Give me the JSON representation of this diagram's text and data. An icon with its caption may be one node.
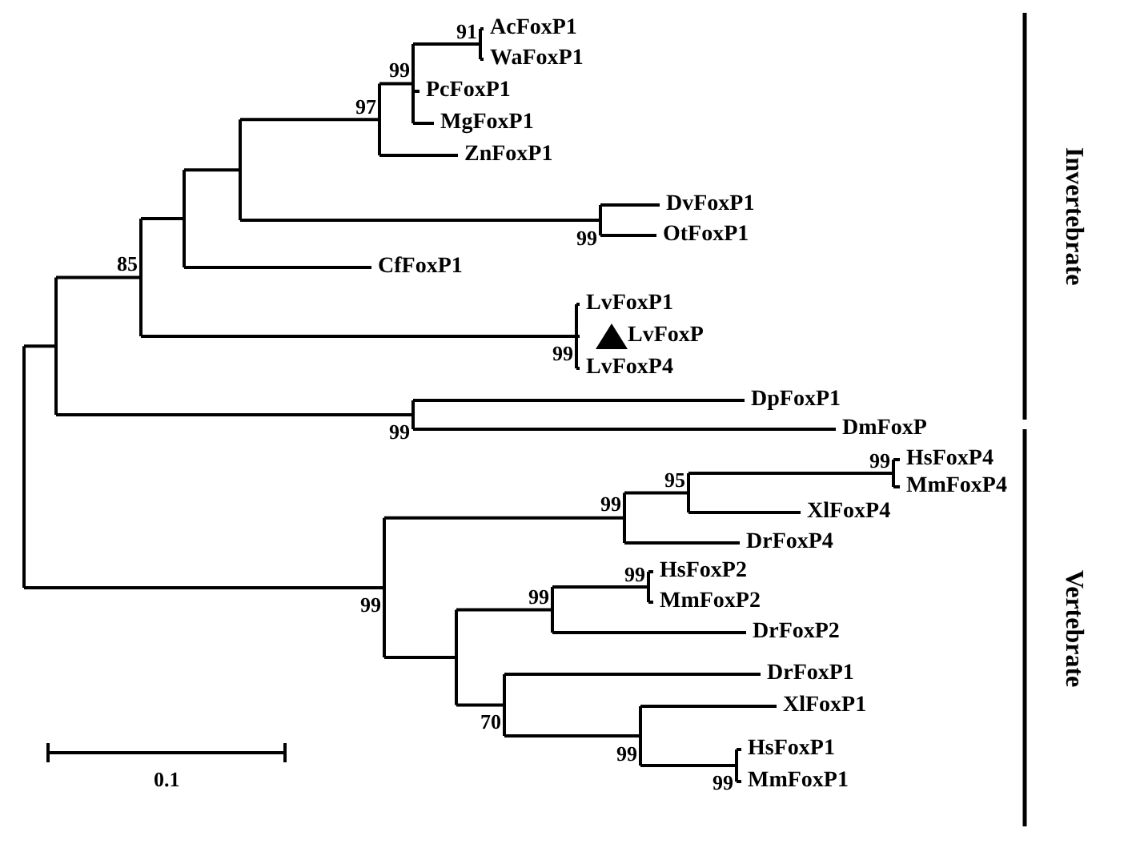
{
  "diagram": {
    "labels": [
      "AcFoxP1",
      "WaFoxP1",
      "PcFoxP1",
      "MgFoxP1",
      "ZnFoxP1",
      "DvFoxP1",
      "OtFoxP1",
      "CfFoxP1",
      "LvFoxP1",
      "LvFoxP",
      "LvFoxP4",
      "DpFoxP1",
      "DmFoxP",
      "HsFoxP4",
      "MmFoxP4",
      "XlFoxP4",
      "DrFoxP4",
      "HsFoxP2",
      "MmFoxP2",
      "DrFoxP2",
      "DrFoxP1",
      "XlFoxP1",
      "HsFoxP1",
      "MmFoxP1",
      "91",
      "99",
      "97",
      "85",
      "99",
      "99",
      "99",
      "99",
      "95",
      "99",
      "99",
      "99",
      "99",
      "70",
      "99",
      "99",
      "Invertebrate",
      "Vertebrate",
      "0.1"
    ]
  }
}
